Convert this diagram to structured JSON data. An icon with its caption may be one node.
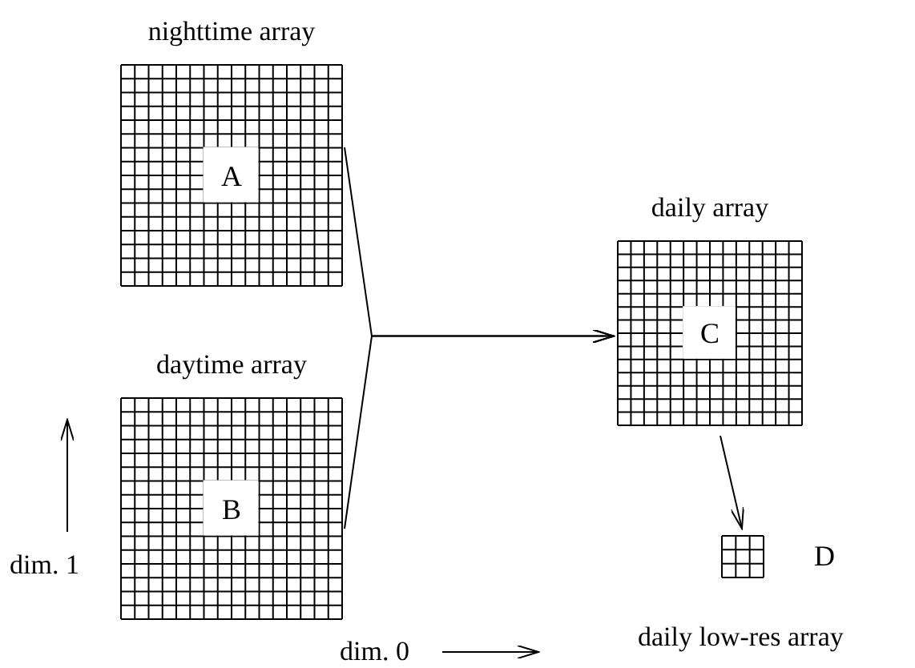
{
  "diagram": {
    "nodes": [
      {
        "text": [
          "nighttime array",
          "A"
        ]
      },
      {
        "text": [
          "daytime array",
          "B"
        ]
      },
      {
        "text": [
          "daily array",
          "C"
        ]
      },
      {
        "text": [],
        "shape": "box",
        "beside": [
          "D",
          "daily low-res array"
        ]
      }
    ],
    "edges": [
      {
        "from": 0,
        "to": 2,
        "arrow": "to"
      },
      {
        "from": 1,
        "to": 2,
        "arrow": "to"
      },
      {
        "from": 2,
        "to": 3,
        "arrow": "to"
      }
    ],
    "labels": [
      "dim. 1",
      "dim. 0"
    ]
  }
}
